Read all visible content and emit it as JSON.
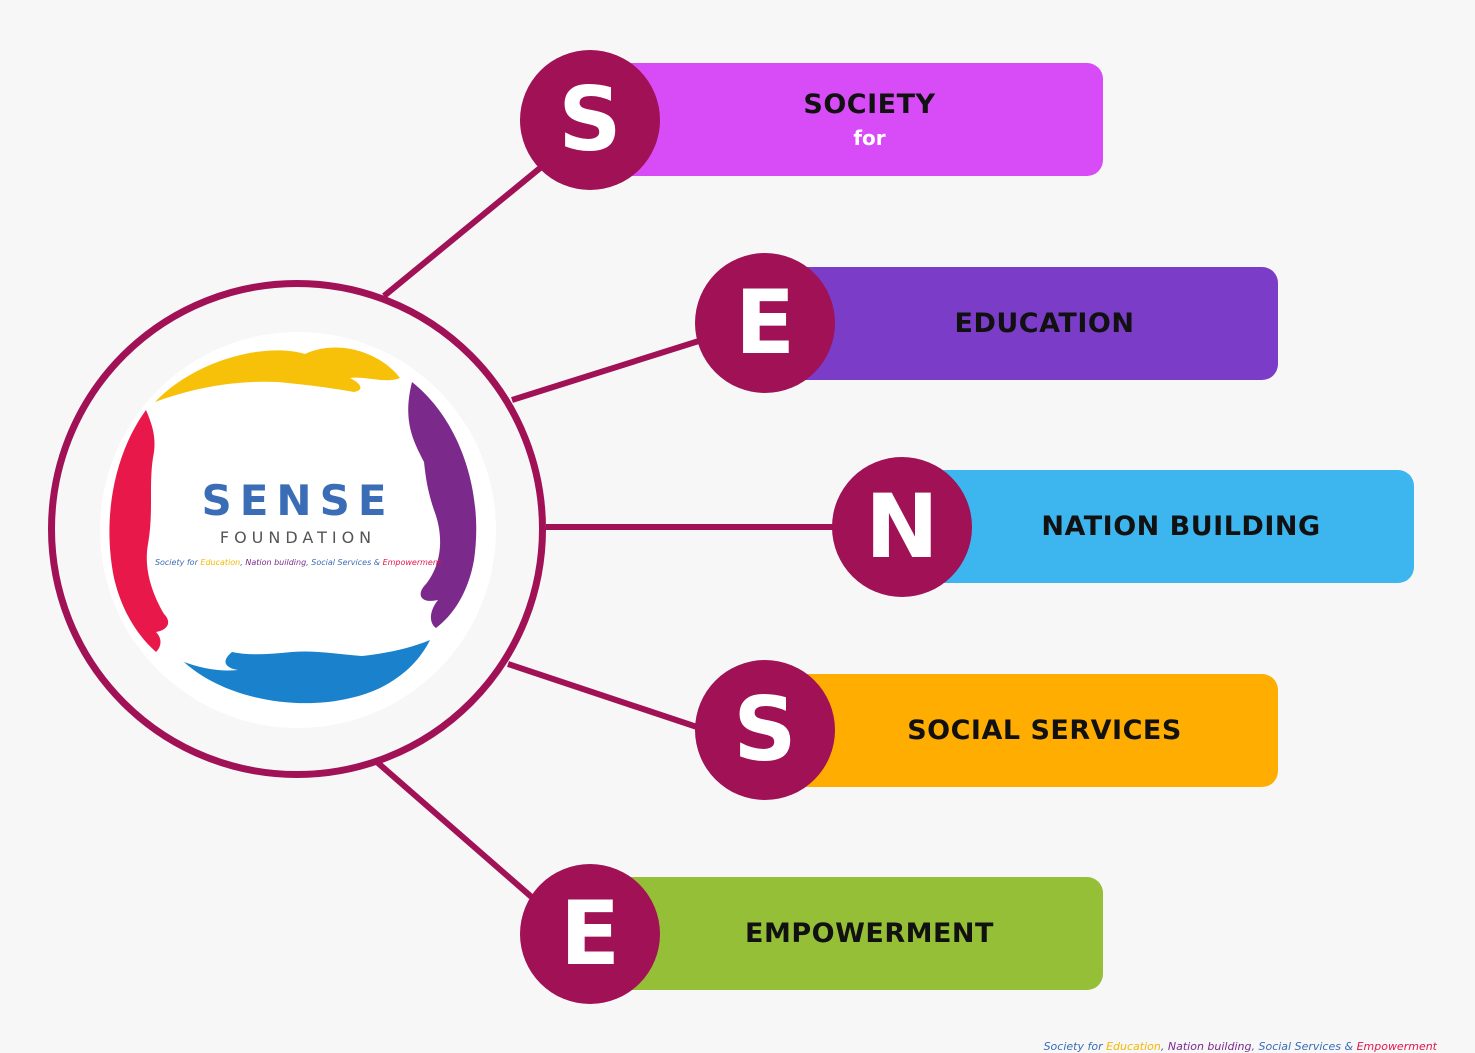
{
  "logo": {
    "title": "SENSE",
    "subtitle": "FOUNDATION",
    "tagline": [
      {
        "text": "Society for ",
        "color": "#3a6db5"
      },
      {
        "text": "Education",
        "color": "#f5b800"
      },
      {
        "text": ", ",
        "color": "#3a6db5"
      },
      {
        "text": "Nation building",
        "color": "#7b2a8c"
      },
      {
        "text": ", ",
        "color": "#3a6db5"
      },
      {
        "text": "Social Services",
        "color": "#3a6db5"
      },
      {
        "text": " & ",
        "color": "#3a6db5"
      },
      {
        "text": "Empowerment",
        "color": "#e0174a"
      }
    ],
    "colors": {
      "ring": "#a01155",
      "yellow": "#f7c10a",
      "purple": "#7b2a8c",
      "red": "#e8184a",
      "blue": "#1a82cc"
    }
  },
  "items": [
    {
      "letter": "S",
      "label": "SOCIETY",
      "sublabel": "for",
      "color": "#d84cf8"
    },
    {
      "letter": "E",
      "label": "EDUCATION",
      "sublabel": "",
      "color": "#7b3cc8"
    },
    {
      "letter": "N",
      "label": "NATION BUILDING",
      "sublabel": "",
      "color": "#3db5ef"
    },
    {
      "letter": "S",
      "label": "SOCIAL SERVICES",
      "sublabel": "",
      "color": "#ffad00"
    },
    {
      "letter": "E",
      "label": "EMPOWERMENT",
      "sublabel": "",
      "color": "#96bf38"
    }
  ],
  "connector_color": "#a01155",
  "letter_circle_color": "#a01155",
  "footer": {
    "tagline": [
      {
        "text": "Society for ",
        "color": "#3a6db5"
      },
      {
        "text": "Education",
        "color": "#f5b800"
      },
      {
        "text": ", ",
        "color": "#3a6db5"
      },
      {
        "text": "Nation building",
        "color": "#7b2a8c"
      },
      {
        "text": ", ",
        "color": "#3a6db5"
      },
      {
        "text": "Social Services",
        "color": "#3a6db5"
      },
      {
        "text": " & ",
        "color": "#3a6db5"
      },
      {
        "text": "Empowerment",
        "color": "#e0174a"
      }
    ]
  }
}
